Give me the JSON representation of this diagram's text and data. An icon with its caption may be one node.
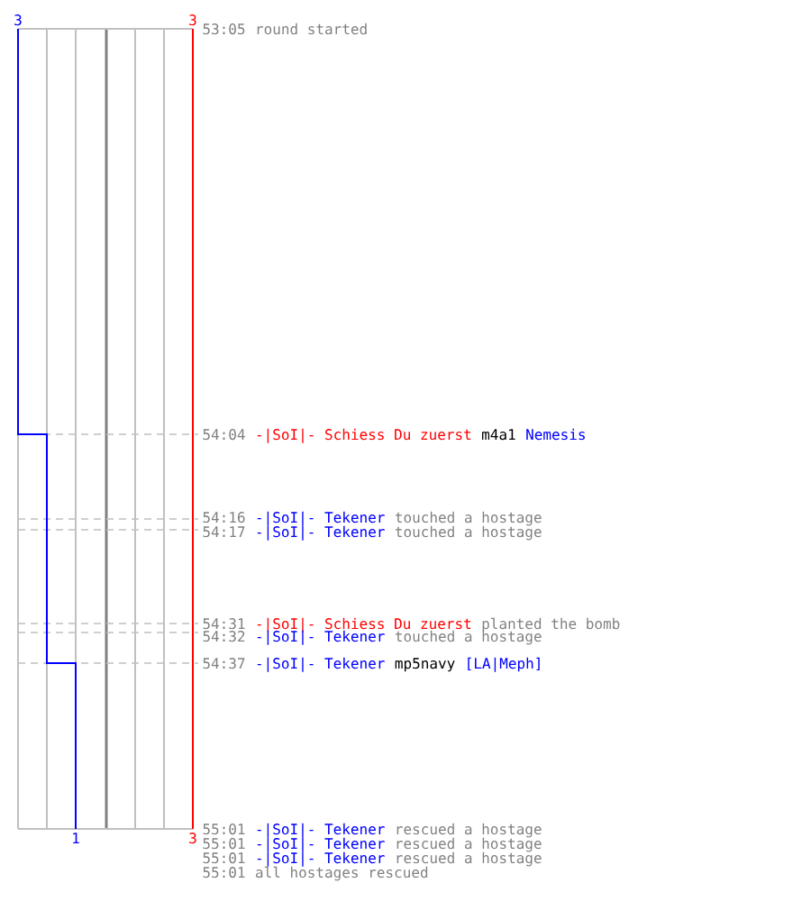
{
  "diagram": {
    "labels": [
      "3",
      "3",
      "53:05",
      "round started",
      "54:04",
      "-|SoI|- Schiess Du zuerst",
      "m4a1",
      "Nemesis",
      "54:16",
      "-|SoI|- Tekener",
      "touched a hostage",
      "54:17",
      "-|SoI|- Tekener",
      "touched a hostage",
      "54:31",
      "-|SoI|- Schiess Du zuerst",
      "planted the bomb",
      "54:32",
      "-|SoI|- Tekener",
      "touched a hostage",
      "54:37",
      "-|SoI|- Tekener",
      "mp5navy",
      "[LA|Meph]",
      "1",
      "3",
      "55:01",
      "-|SoI|- Tekener",
      "rescued a hostage",
      "55:01",
      "-|SoI|- Tekener",
      "rescued a hostage",
      "55:01",
      "-|SoI|- Tekener",
      "rescued a hostage",
      "55:01",
      "all hostages rescued"
    ]
  }
}
